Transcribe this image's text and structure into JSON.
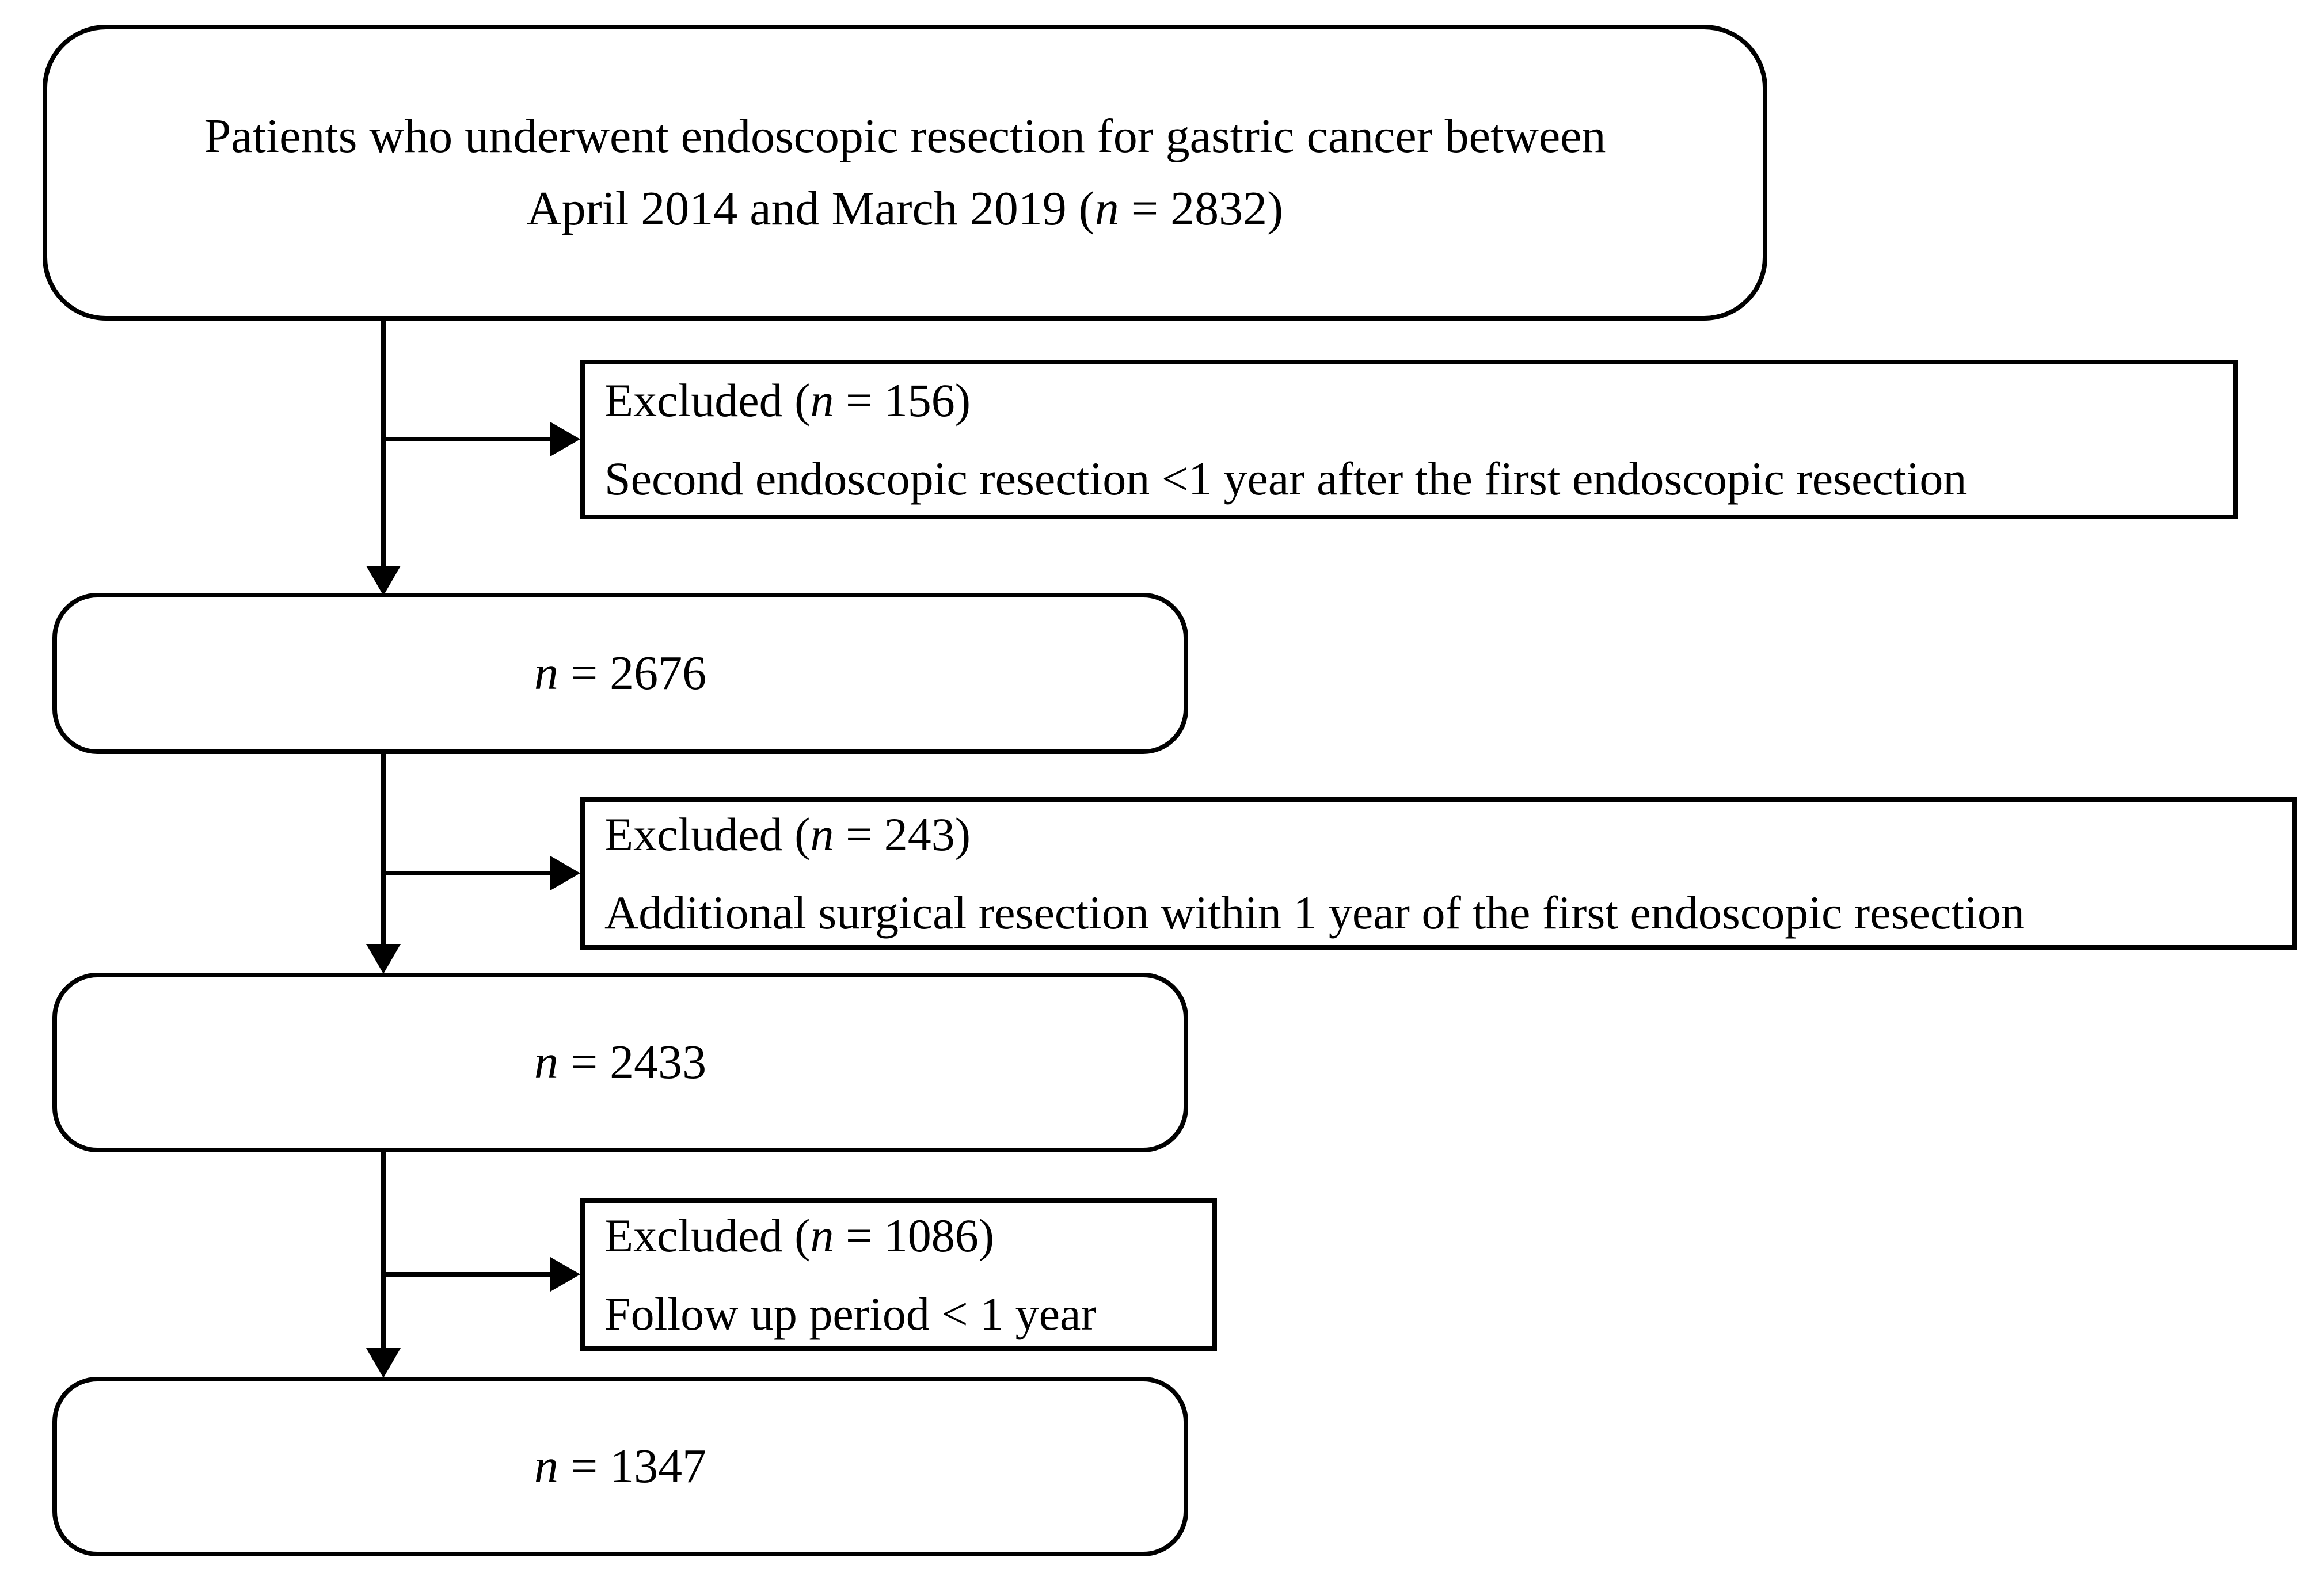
{
  "colors": {
    "background": "#ffffff",
    "line": "#000000",
    "text": "#000000"
  },
  "flow": {
    "enrollment": {
      "line1": "Patients who underwent endoscopic resection for gastric cancer between",
      "line2_prefix": "April 2014 and March 2019 (",
      "n_symbol": "n",
      "line2_suffix": " = 2832)"
    },
    "steps": [
      {
        "excluded": {
          "prefix": "Excluded (",
          "n_symbol": "n",
          "count_suffix": " = 156)",
          "reason": "Second endoscopic resection <1 year after the first endoscopic resection"
        },
        "cohort": {
          "n_symbol": "n",
          "value_suffix": " = 2676"
        }
      },
      {
        "excluded": {
          "prefix": "Excluded (",
          "n_symbol": "n",
          "count_suffix": " = 243)",
          "reason": "Additional surgical resection within 1 year of the first endoscopic resection"
        },
        "cohort": {
          "n_symbol": "n",
          "value_suffix": " = 2433"
        }
      },
      {
        "excluded": {
          "prefix": "Excluded (",
          "n_symbol": "n",
          "count_suffix": " = 1086)",
          "reason": "Follow up period < 1 year"
        },
        "cohort": {
          "n_symbol": "n",
          "value_suffix": " = 1347"
        }
      }
    ]
  }
}
